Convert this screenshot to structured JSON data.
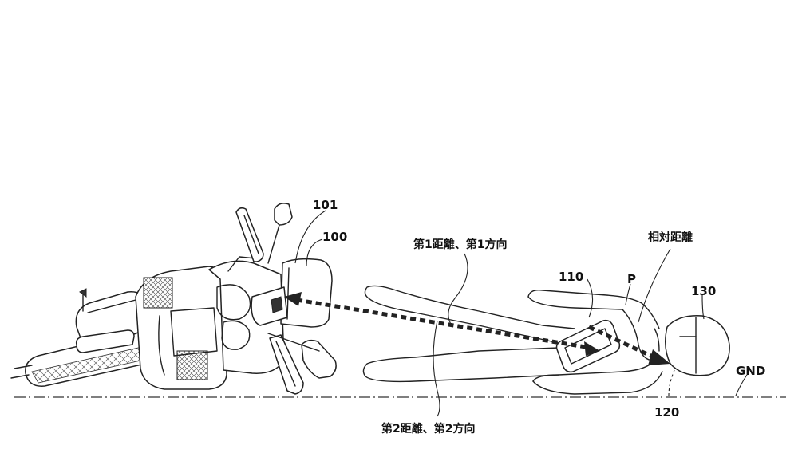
{
  "labels": {
    "motorcycle": "100",
    "motorcycle_unit": "101",
    "phone": "110",
    "helmet_sensor": "120",
    "helmet": "130",
    "person": "P",
    "relative_distance": "相対距離",
    "ground": "GND",
    "first_distance_direction": "第1距離、第1方向",
    "second_distance_direction": "第2距離、第2方向"
  }
}
